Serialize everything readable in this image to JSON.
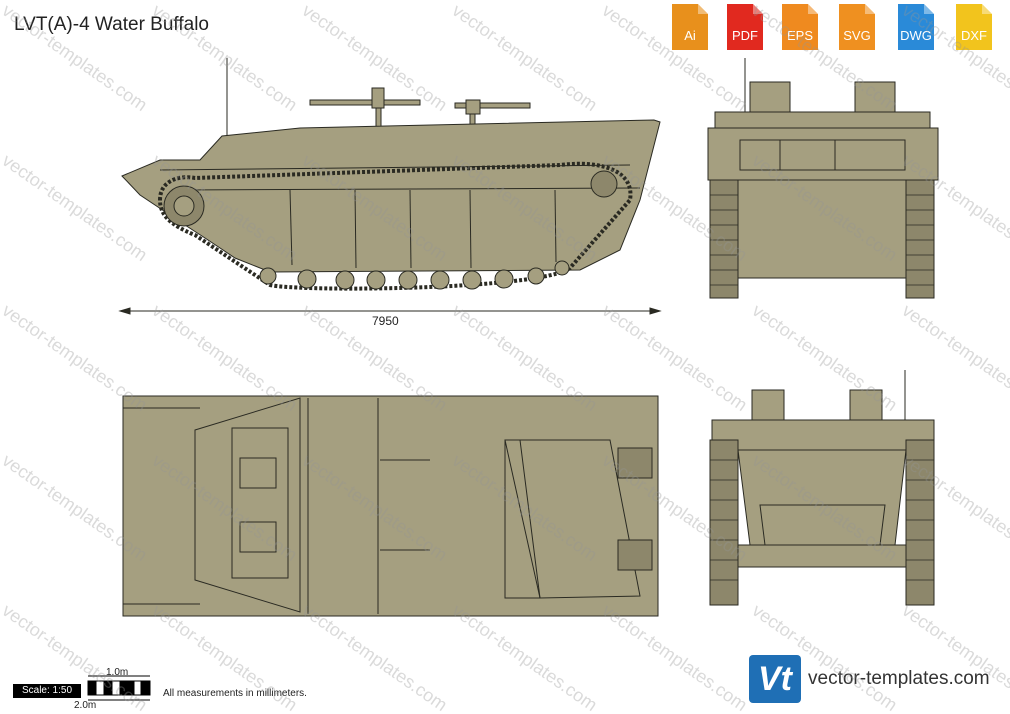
{
  "title": "LVT(A)-4 Water Buffalo",
  "formats": [
    {
      "label": "Ai",
      "color": "#e8901c",
      "icon": "ai-file-icon"
    },
    {
      "label": "PDF",
      "color": "#e1291f",
      "icon": "pdf-file-icon"
    },
    {
      "label": "EPS",
      "color": "#ef8a1f",
      "icon": "eps-file-icon"
    },
    {
      "label": "SVG",
      "color": "#ef9020",
      "icon": "svg-file-icon"
    },
    {
      "label": "DWG",
      "color": "#2a8ad8",
      "icon": "dwg-file-icon"
    },
    {
      "label": "DXF",
      "color": "#f2c41d",
      "icon": "dxf-file-icon"
    }
  ],
  "dimension": "7950",
  "scale": {
    "label": "Scale: 1:50",
    "one_m": "1.0m",
    "two_m": "2.0m"
  },
  "note": "All measurements in millimeters.",
  "brand": {
    "logo_text": "Vt",
    "site": "vector-templates.com"
  },
  "watermark": "vector-templates.com",
  "colors": {
    "hull": "#a59f80",
    "outline": "#2a2a22",
    "track": "#8d876b"
  }
}
